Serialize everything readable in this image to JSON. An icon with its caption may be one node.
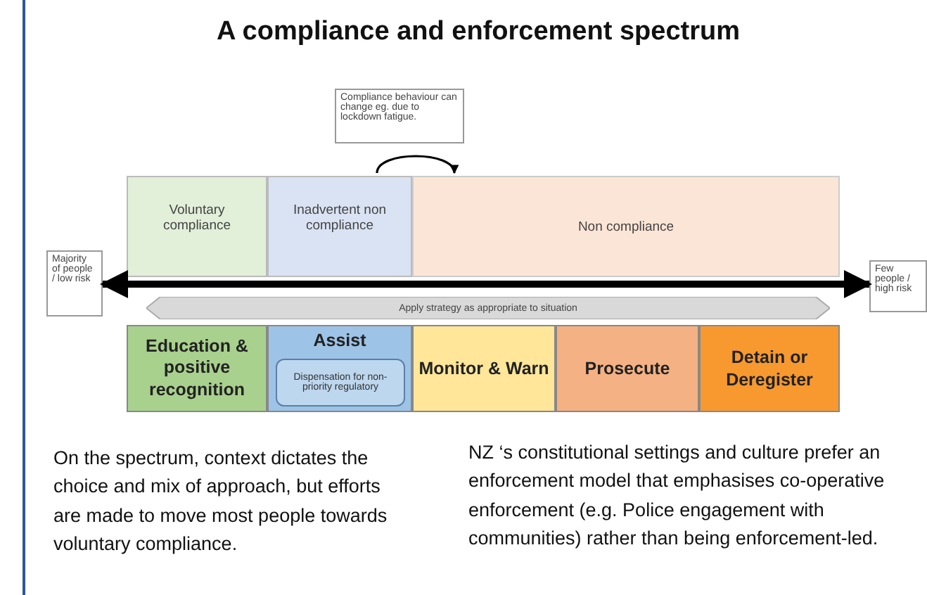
{
  "diagram": {
    "title": "A compliance and enforcement spectrum",
    "nodes": [
      {
        "text": [
          "Voluntary compliance"
        ]
      },
      {
        "text": [
          "Inadvertent non compliance"
        ]
      },
      {
        "text": [
          "Non compliance"
        ]
      },
      {
        "text": [
          "Education & positive recognition"
        ]
      },
      {
        "text": [
          "Assist"
        ]
      },
      {
        "text": [
          "Dispensation for non-priority regulatory"
        ],
        "in": 4
      },
      {
        "text": [
          "Monitor & Warn"
        ]
      },
      {
        "text": [
          "Prosecute"
        ]
      },
      {
        "text": [
          "Detain or Deregister"
        ]
      },
      {
        "text": [
          "Majority of people / low risk"
        ]
      },
      {
        "text": [
          "Few people / high risk"
        ]
      },
      {
        "text": [
          "Compliance behaviour can change eg. due to lockdown fatigue."
        ]
      },
      {
        "text": [
          "Apply strategy as appropriate to situation"
        ]
      }
    ],
    "edges": [
      {
        "from": 9,
        "to": 10,
        "arrow": "both",
        "style": "thick"
      },
      {
        "from": 1,
        "to": 2,
        "arrow": "to"
      }
    ],
    "labels": [
      "On the spectrum, context dictates the choice and mix of approach, but efforts are made to move most people towards voluntary compliance.",
      "NZ ‘s constitutional settings and culture prefer an enforcement model that emphasises co-operative enforcement (e.g. Police engagement with communities) rather than being enforcement-led."
    ]
  }
}
